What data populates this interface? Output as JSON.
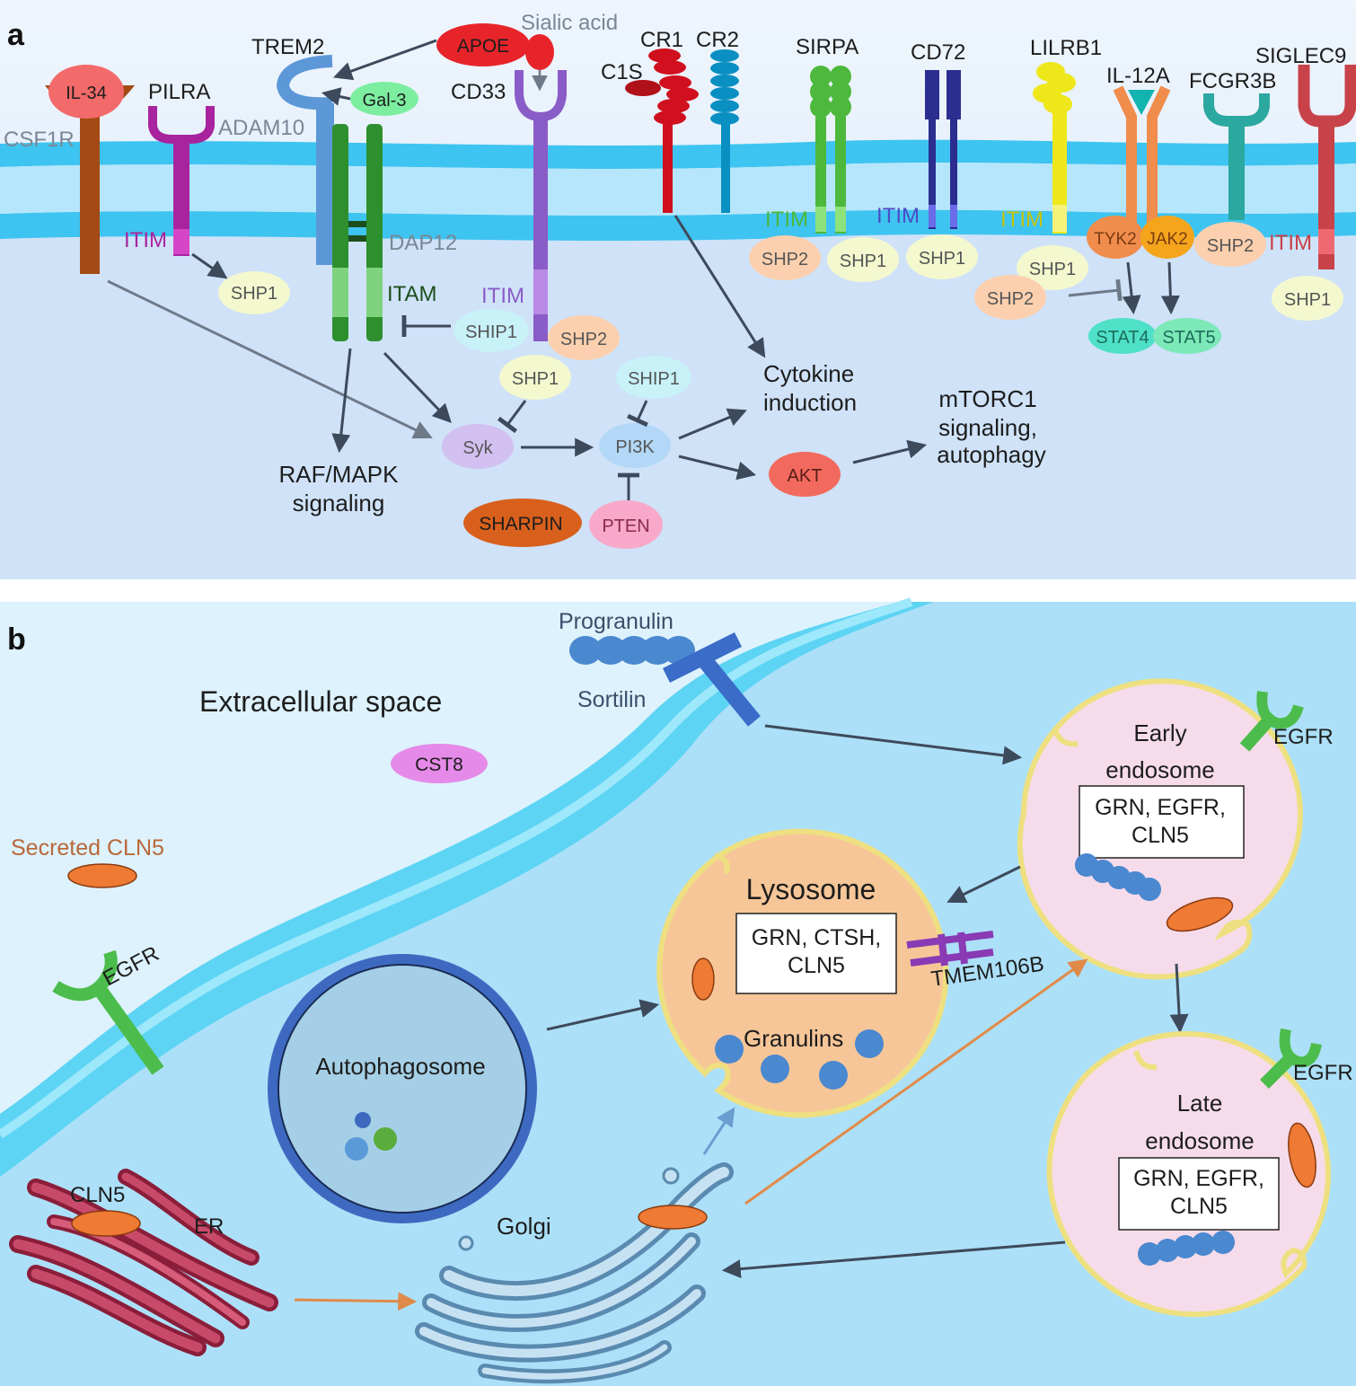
{
  "panel_a": {
    "letter": "a",
    "receptors": {
      "csf1r": "CSF1R",
      "il34": "IL-34",
      "pilra": "PILRA",
      "trem2": "TREM2",
      "adam10": "ADAM10",
      "apoe": "APOE",
      "gal3": "Gal-3",
      "sialic_acid": "Sialic acid",
      "cd33": "CD33",
      "c1s": "C1S",
      "cr1": "CR1",
      "cr2": "CR2",
      "sirpa": "SIRPA",
      "cd72": "CD72",
      "lilrb1": "LILRB1",
      "il12a": "IL-12A",
      "fcgr3b": "FCGR3B",
      "siglec9": "SIGLEC9",
      "dap12": "DAP12"
    },
    "motifs": {
      "itim": "ITIM",
      "itam": "ITAM"
    },
    "signaling": {
      "shp1": "SHP1",
      "shp2": "SHP2",
      "ship1": "SHIP1",
      "syk": "Syk",
      "pi3k": "PI3K",
      "akt": "AKT",
      "sharpin": "SHARPIN",
      "pten": "PTEN",
      "tyk2": "TYK2",
      "jak2": "JAK2",
      "stat4": "STAT4",
      "stat5": "STAT5"
    },
    "outcomes": {
      "raf_1": "RAF/MAPK",
      "raf_2": "signaling",
      "cyto_1": "Cytokine",
      "cyto_2": "induction",
      "mtor_1": "mTORC1",
      "mtor_2": "signaling,",
      "mtor_3": "autophagy"
    }
  },
  "panel_b": {
    "letter": "b",
    "extracellular_space": "Extracellular space",
    "progranulin": "Progranulin",
    "sortilin": "Sortilin",
    "cst8": "CST8",
    "secreted_cln5": "Secreted CLN5",
    "egfr": "EGFR",
    "early_1": "Early",
    "early_2": "endosome",
    "early_box_1": "GRN, EGFR,",
    "early_box_2": "CLN5",
    "lysosome": "Lysosome",
    "lyso_box_1": "GRN, CTSH,",
    "lyso_box_2": "CLN5",
    "granulins": "Granulins",
    "tmem106b": "TMEM106B",
    "autophagosome": "Autophagosome",
    "late_1": "Late",
    "late_2": "endosome",
    "late_box_1": "GRN, EGFR,",
    "late_box_2": "CLN5",
    "cln5": "CLN5",
    "er": "ER",
    "golgi": "Golgi"
  },
  "colors": {
    "membrane": "#3ec4f0",
    "cell_a": "#cfe2f8",
    "cell_b": "#a9dcf5",
    "arrow": "#3d4a5c",
    "orange_arrow": "#e08a4a"
  }
}
